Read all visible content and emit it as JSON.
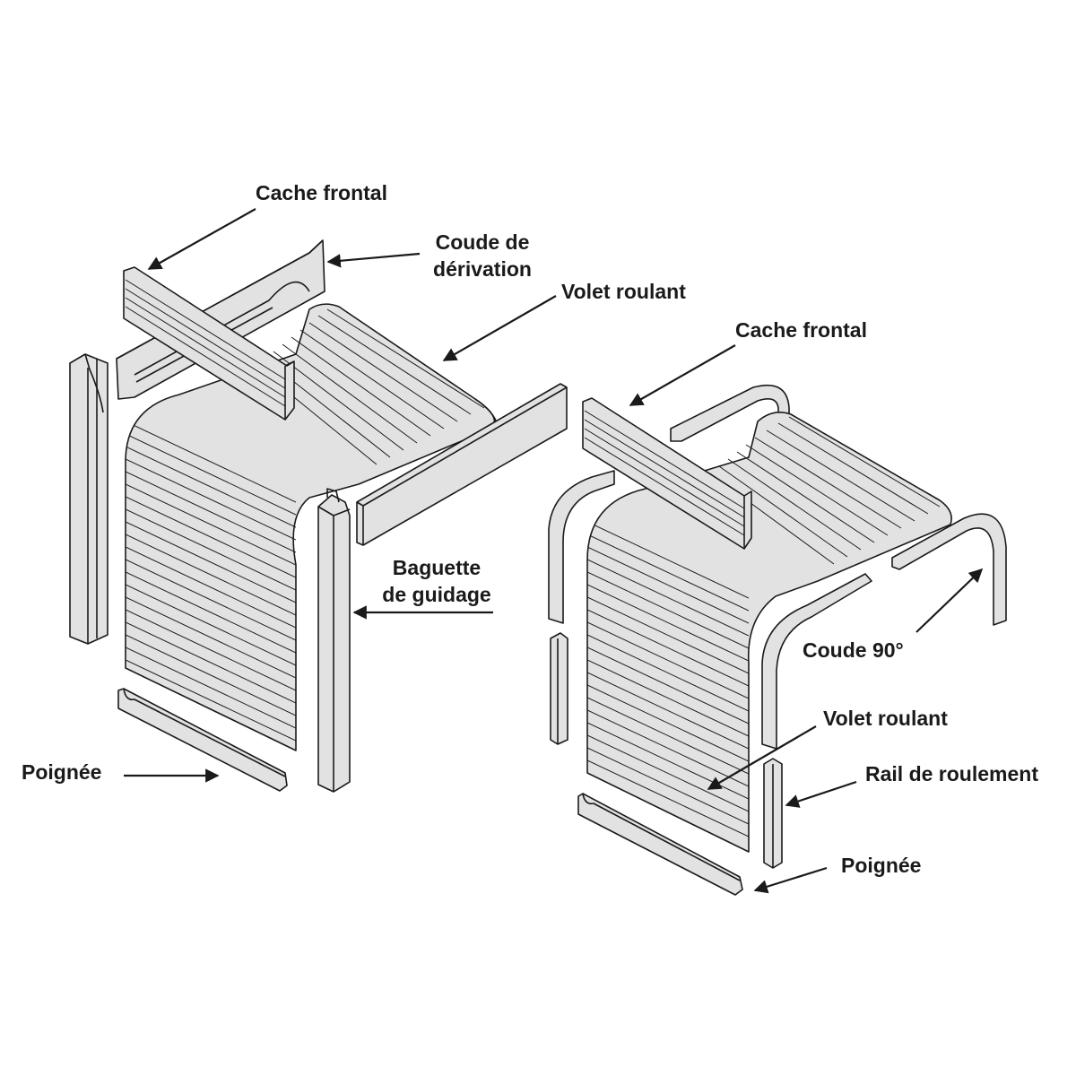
{
  "left_assembly": {
    "cache_frontal": "Cache frontal",
    "coude_derivation": {
      "line1": "Coude de",
      "line2": "dérivation"
    },
    "volet_roulant": "Volet roulant",
    "baguette_guidage": {
      "line1": "Baguette",
      "line2": "de guidage"
    },
    "poignee": "Poignée"
  },
  "right_assembly": {
    "cache_frontal": "Cache frontal",
    "coude_90": "Coude 90°",
    "volet_roulant": "Volet roulant",
    "rail_roulement": "Rail de roulement",
    "poignee": "Poignée"
  },
  "colors": {
    "part_fill": "#e2e2e2",
    "line": "#1a1a1a",
    "background": "#ffffff"
  }
}
